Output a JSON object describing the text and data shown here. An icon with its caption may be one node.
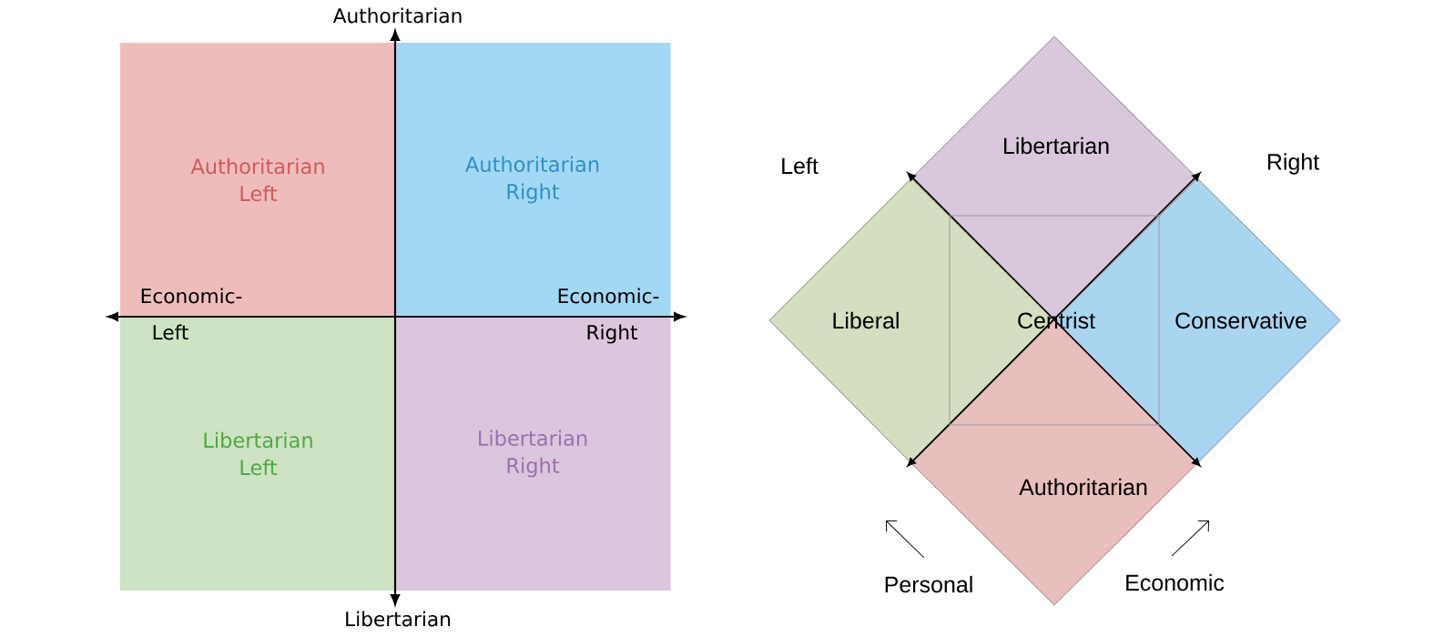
{
  "diagram": {
    "nodes": [
      {
        "text": [
          "Authoritarian Left"
        ]
      },
      {
        "text": [
          "Authoritarian Right"
        ]
      },
      {
        "text": [
          "Libertarian Left"
        ]
      },
      {
        "text": [
          "Libertarian Right"
        ]
      },
      {
        "text": [
          "Libertarian"
        ]
      },
      {
        "text": [
          "Liberal"
        ]
      },
      {
        "text": [
          "Conservative"
        ]
      },
      {
        "text": [
          "Authoritarian"
        ]
      },
      {
        "text": [
          "Centrist"
        ]
      }
    ],
    "labels": [
      "Authoritarian",
      "Economic-",
      "Economic-",
      "Left",
      "Right",
      "Libertarian",
      "Left",
      "Right",
      "Personal",
      "Economic"
    ]
  }
}
